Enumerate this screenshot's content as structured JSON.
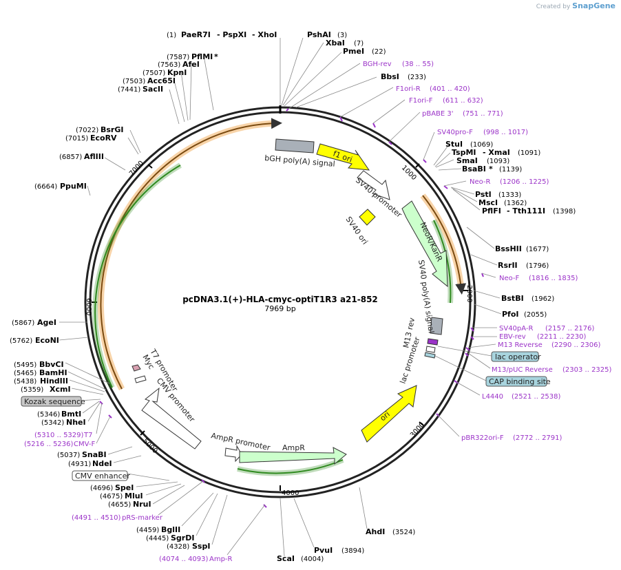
{
  "app": {
    "created_by": "Created by",
    "brand": "SnapGene"
  },
  "plasmid": {
    "name": "pcDNA3.1(+)-HLA-cmyc-optiT1R3 a21-852",
    "size_label": "7969 bp",
    "length": 7969
  },
  "ticks": [
    "1000",
    "2000",
    "3000",
    "4000",
    "5000",
    "6000",
    "7000"
  ],
  "enzymes": [
    {
      "pos": "(1)",
      "name": "PaeR7I"
    },
    {
      "name": "- PspXI"
    },
    {
      "name": "- XhoI"
    },
    {
      "name": "PshAI",
      "pos": "(3)"
    },
    {
      "name": "XbaI",
      "pos": "(7)"
    },
    {
      "name": "PmeI",
      "pos": "(22)"
    },
    {
      "name": "BbsI",
      "pos": "(233)"
    },
    {
      "name": "StuI",
      "pos": "(1069)"
    },
    {
      "name": "TspMI",
      "pos": ""
    },
    {
      "name": "- XmaI",
      "pos": "(1091)"
    },
    {
      "name": "SmaI",
      "pos": "(1093)"
    },
    {
      "name": "BsaBI",
      "pos": "(1139)"
    },
    {
      "name": "PstI",
      "pos": "(1333)"
    },
    {
      "name": "MscI",
      "pos": "(1362)"
    },
    {
      "name": "PflFI",
      "pos": ""
    },
    {
      "name": "- Tth111I",
      "pos": "(1398)"
    },
    {
      "name": "BssHII",
      "pos": "(1677)"
    },
    {
      "name": "RsrII",
      "pos": "(1796)"
    },
    {
      "name": "BstBI",
      "pos": "(1962)"
    },
    {
      "name": "PfoI",
      "pos": "(2055)"
    },
    {
      "name": "AhdI",
      "pos": "(3524)"
    },
    {
      "name": "PvuI",
      "pos": "(3894)"
    },
    {
      "name": "ScaI",
      "pos": "(4004)"
    },
    {
      "pos": "(4328)",
      "name": "SspI"
    },
    {
      "pos": "(4445)",
      "name": "SgrDI"
    },
    {
      "pos": "(4459)",
      "name": "BglII"
    },
    {
      "pos": "(4655)",
      "name": "NruI"
    },
    {
      "pos": "(4675)",
      "name": "MluI"
    },
    {
      "pos": "(4696)",
      "name": "SpeI"
    },
    {
      "pos": "(4931)",
      "name": "NdeI"
    },
    {
      "pos": "(5037)",
      "name": "SnaBI"
    },
    {
      "pos": "(5342)",
      "name": "NheI"
    },
    {
      "pos": "(5346)",
      "name": "BmtI"
    },
    {
      "pos": "(5359)",
      "name": "XcmI"
    },
    {
      "pos": "(5438)",
      "name": "HindIII"
    },
    {
      "pos": "(5465)",
      "name": "BamHI"
    },
    {
      "pos": "(5495)",
      "name": "BbvCI"
    },
    {
      "pos": "(5762)",
      "name": "EcoNI"
    },
    {
      "pos": "(5867)",
      "name": "AgeI"
    },
    {
      "pos": "(6664)",
      "name": "PpuMI"
    },
    {
      "pos": "(6857)",
      "name": "AflIII"
    },
    {
      "pos": "(7015)",
      "name": "EcoRV"
    },
    {
      "pos": "(7022)",
      "name": "BsrGI"
    },
    {
      "pos": "(7441)",
      "name": "SacII"
    },
    {
      "pos": "(7503)",
      "name": "Acc65I"
    },
    {
      "pos": "(7507)",
      "name": "KpnI"
    },
    {
      "pos": "(7563)",
      "name": "AfeI"
    },
    {
      "pos": "(7587)",
      "name": "PflMI"
    }
  ],
  "primers": [
    {
      "name": "BGH-rev",
      "range": "(38 .. 55)"
    },
    {
      "name": "F1ori-R",
      "range": "(401 .. 420)"
    },
    {
      "name": "F1ori-F",
      "range": "(611 .. 632)"
    },
    {
      "name": "pBABE 3'",
      "range": "(751 .. 771)"
    },
    {
      "name": "SV40pro-F",
      "range": "(998 .. 1017)"
    },
    {
      "name": "Neo-R",
      "range": "(1206 .. 1225)"
    },
    {
      "name": "Neo-F",
      "range": "(1816 .. 1835)"
    },
    {
      "name": "SV40pA-R",
      "range": "(2157 .. 2176)"
    },
    {
      "name": "EBV-rev",
      "range": "(2211 .. 2230)"
    },
    {
      "name": "M13 Reverse",
      "range": "(2290 .. 2306)"
    },
    {
      "name": "M13/pUC Reverse",
      "range": "(2303 .. 2325)"
    },
    {
      "name": "L4440",
      "range": "(2521 .. 2538)"
    },
    {
      "name": "pBR322ori-F",
      "range": "(2772 .. 2791)"
    },
    {
      "name": "Amp-R",
      "range": "(4074 .. 4093)"
    },
    {
      "name": "pRS-marker",
      "range": "(4491 .. 4510)"
    },
    {
      "name": "CMV-F",
      "range": "(5216 .. 5236)"
    },
    {
      "name": "T7",
      "range": "(5310 .. 5329)"
    }
  ],
  "boxes": [
    "lac operator",
    "CAP binding site",
    "Kozak sequence",
    "CMV enhancer"
  ],
  "features": [
    "bGH poly(A) signal",
    "f1 ori",
    "SV40 promoter",
    "SV40 ori",
    "NeoR/KanR",
    "SV40 poly(A) signal",
    "M13 rev",
    "lac promoter",
    "ori",
    "AmpR promoter",
    "AmpR",
    "CMV promoter",
    "T7 promoter",
    "Myc"
  ],
  "colors": {
    "backbone": "#222222",
    "ori_feature": "#ffff00",
    "neo": "#ccffcc",
    "polya": "#a9b0b8",
    "primer": "#9b33c8",
    "orf_orange": "#f0a040",
    "orf_green": "#2f8a1f",
    "box_teal": "#a8d4de"
  }
}
